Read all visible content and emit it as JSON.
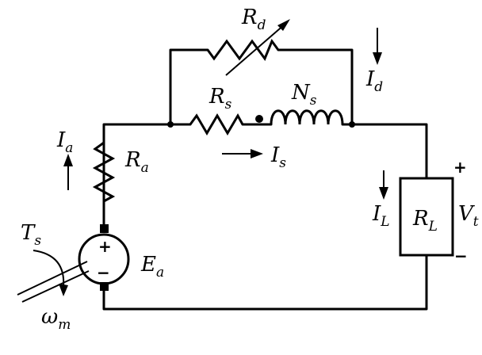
{
  "labels": {
    "rd": "R",
    "rd_sub": "d",
    "id": "I",
    "id_sub": "d",
    "rs": "R",
    "rs_sub": "s",
    "ns": "N",
    "ns_sub": "s",
    "is": "I",
    "is_sub": "s",
    "ia": "I",
    "ia_sub": "a",
    "ra": "R",
    "ra_sub": "a",
    "il": "I",
    "il_sub": "L",
    "rl": "R",
    "rl_sub": "L",
    "vt": "V",
    "vt_sub": "t",
    "ts": "T",
    "ts_sub": "s",
    "ea": "E",
    "ea_sub": "a",
    "wm": "ω",
    "wm_sub": "m"
  },
  "signs": {
    "gen_plus": "+",
    "gen_minus": "−",
    "vt_plus": "+",
    "vt_minus": "−"
  }
}
